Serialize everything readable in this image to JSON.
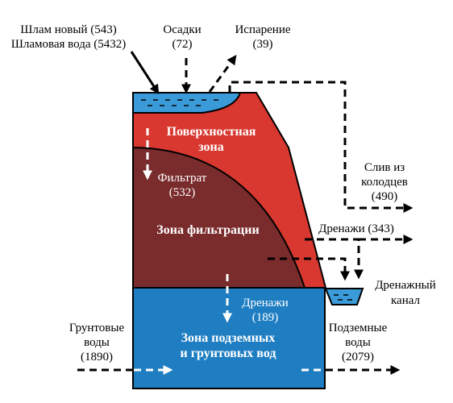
{
  "colors": {
    "surface_zone": "#d8382f",
    "filtration_zone": "#7a2b2c",
    "ground_zone": "#1f7ec2",
    "water": "#3b9ad8",
    "outline": "#000000"
  },
  "inputs": {
    "sludge_line1": "Шлам новый (543)",
    "sludge_line2": "Шламовая вода (5432)",
    "precip_line1": "Осадки",
    "precip_line2": "(72)",
    "evap_line1": "Испарение",
    "evap_line2": "(39)"
  },
  "zones": {
    "surface_line1": "Поверхностная",
    "surface_line2": "зона",
    "filtration": "Зона фильтрации",
    "ground_line1": "Зона подземных",
    "ground_line2": "и грунтовых вод"
  },
  "flows": {
    "filtrate_line1": "Фильтрат",
    "filtrate_line2": "(532)",
    "wells_line1": "Слив из",
    "wells_line2": "колодцев",
    "wells_line3": "(490)",
    "drain_side": "Дренажи (343)",
    "channel_line1": "Дренажный",
    "channel_line2": "канал",
    "drain_down_line1": "Дренажи",
    "drain_down_line2": "(189)",
    "groundwater_in_line1": "Грунтовые",
    "groundwater_in_line2": "воды",
    "groundwater_in_line3": "(1890)",
    "groundwater_out_line1": "Подземные",
    "groundwater_out_line2": "воды",
    "groundwater_out_line3": "(2079)"
  }
}
